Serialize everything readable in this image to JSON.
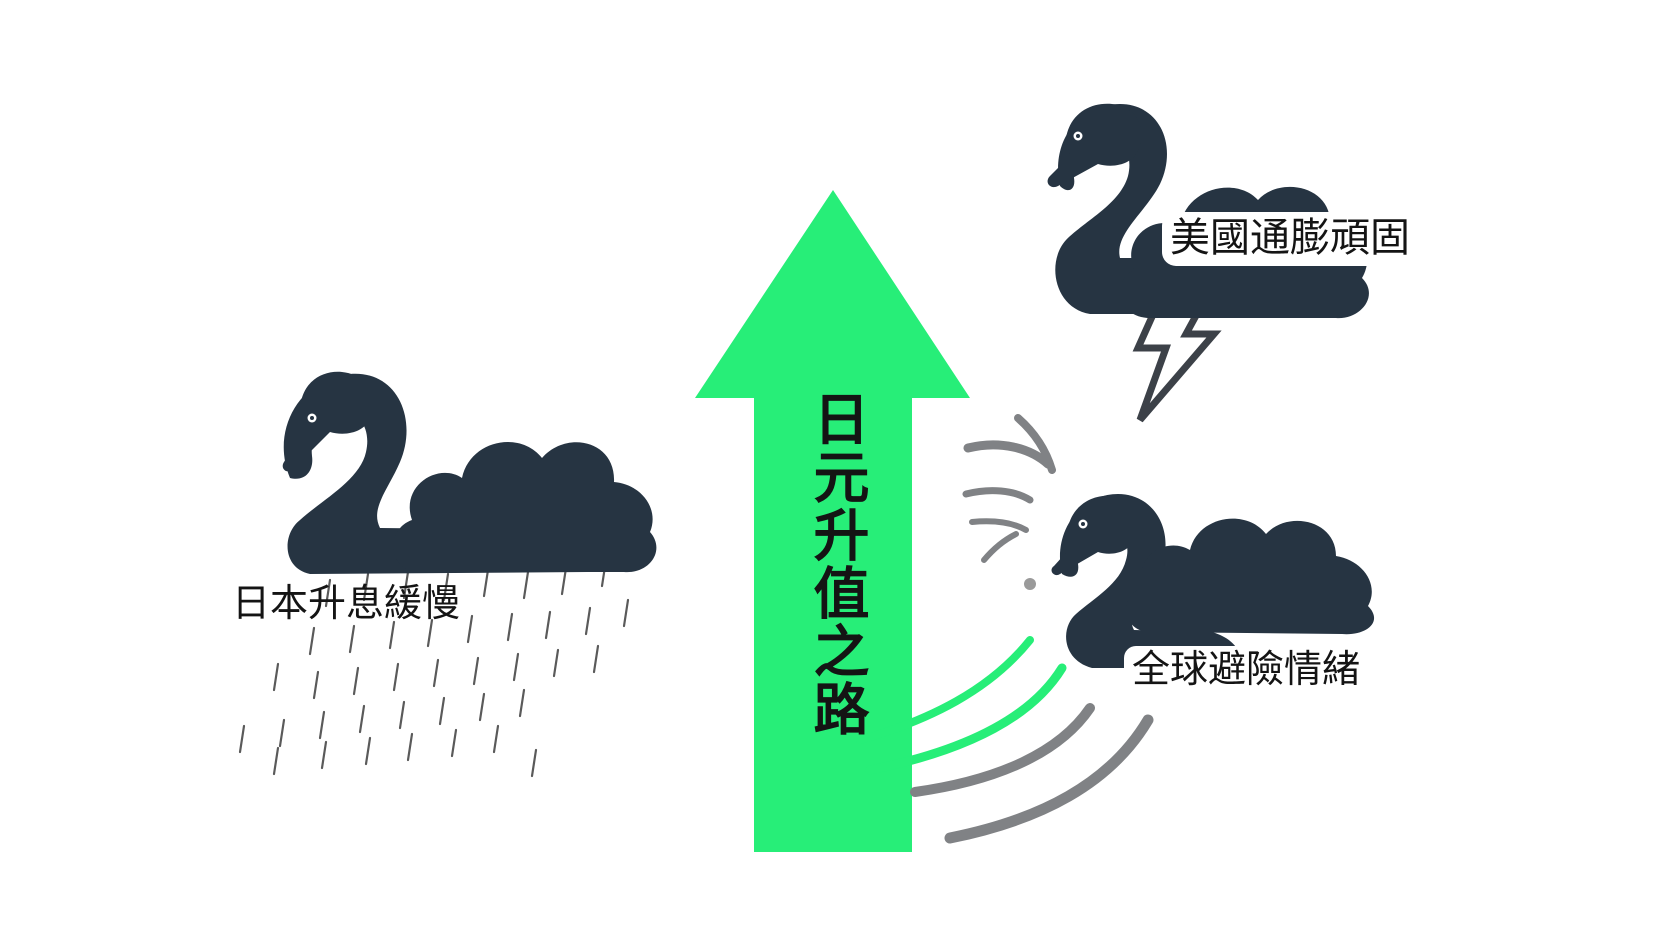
{
  "labels": {
    "left": "日本升息緩慢",
    "arrow": "日元升值之路",
    "us": "美國通膨頑固",
    "global": "全球避險情緒"
  },
  "colors": {
    "arrow": "#27ee78",
    "swan": "#263442",
    "gray": "#808285",
    "lightning": "#3c4148",
    "text": "#141414"
  },
  "icons": [
    "black-swan-icon",
    "storm-cloud-icon",
    "rain-icon",
    "lightning-icon",
    "up-arrow-icon"
  ]
}
